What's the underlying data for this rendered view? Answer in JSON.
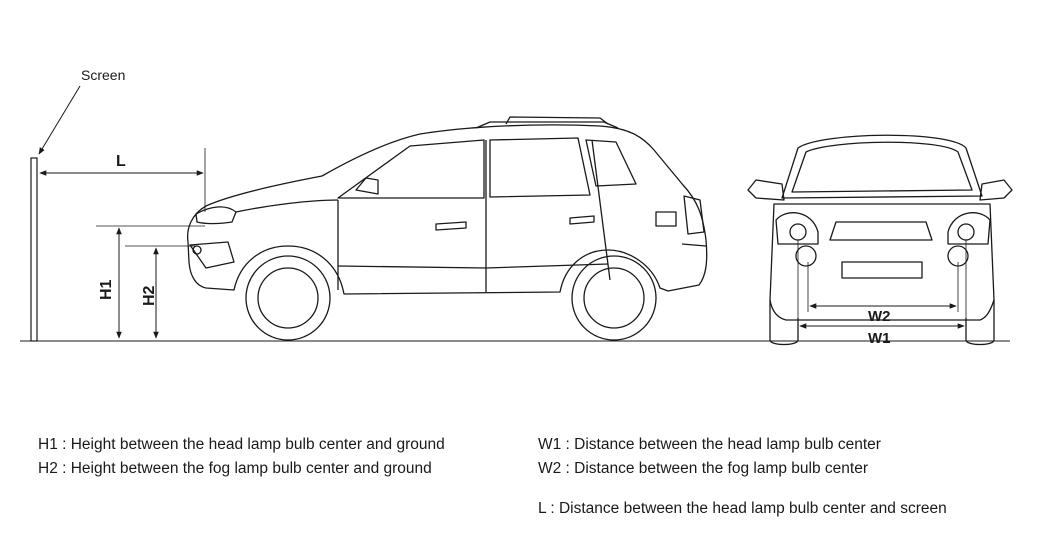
{
  "labels": {
    "screen": "Screen",
    "L": "L",
    "H1": "H1",
    "H2": "H2",
    "W1": "W1",
    "W2": "W2"
  },
  "legend": {
    "h1": "H1 : Height between the head lamp bulb center and ground",
    "h2": "H2 : Height between the fog lamp bulb center and ground",
    "w1": "W1 : Distance between the head lamp bulb center",
    "w2": "W2 : Distance between the fog lamp bulb center",
    "l": "L : Distance between the head lamp bulb center and screen"
  },
  "colors": {
    "line": "#1a1a1a",
    "bg": "#ffffff"
  }
}
